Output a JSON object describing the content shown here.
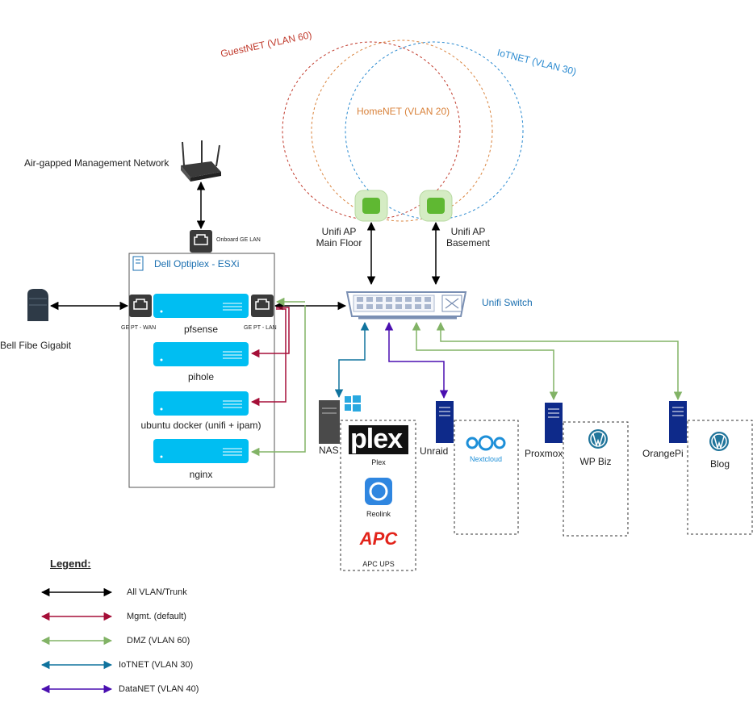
{
  "networks": {
    "guest": "GuestNET (VLAN 60)",
    "iot": "IoTNET (VLAN 30)",
    "home": "HomeNET (VLAN 20)"
  },
  "mgmt_network_label": "Air-gapped Management Network",
  "onboard_lan_label": "Onboard GE LAN",
  "esxi_host": "Dell Optiplex - ESXi",
  "port_wan": "GE PT - WAN",
  "port_lan": "GE PT - LAN",
  "vms": [
    "pfsense",
    "pihole",
    "ubuntu docker (unifi + ipam)",
    "nginx"
  ],
  "modem_label": "Bell Fibe Gigabit",
  "ap_main": "Unifi AP\nMain Floor",
  "ap_main_line1": "Unifi AP",
  "ap_main_line2": "Main Floor",
  "ap_basement_line1": "Unifi AP",
  "ap_basement_line2": "Basement",
  "switch_label": "Unifi Switch",
  "servers": {
    "nas": "NAS",
    "unraid": "Unraid",
    "proxmox": "Proxmox",
    "orangepi": "OrangePi"
  },
  "nas_services": {
    "plex_logo": "plex",
    "plex": "Plex",
    "reolink": "Reolink",
    "apc_logo": "APC",
    "apc": "APC UPS"
  },
  "unraid_services": {
    "nextcloud": "Nextcloud"
  },
  "proxmox_services": {
    "wpbiz": "WP Biz"
  },
  "orangepi_services": {
    "blog": "Blog"
  },
  "legend": {
    "title": "Legend:",
    "items": [
      {
        "label": "All VLAN/Trunk",
        "color": "#000000"
      },
      {
        "label": "Mgmt. (default)",
        "color": "#a50f38"
      },
      {
        "label": "DMZ (VLAN 60)",
        "color": "#82b366"
      },
      {
        "label": "IoTNET (VLAN 30)",
        "color": "#10739e"
      },
      {
        "label": "DataNET (VLAN 40)",
        "color": "#4a0fb0"
      }
    ]
  },
  "colors": {
    "trunk": "#000000",
    "mgmt": "#a50f38",
    "dmz": "#82b366",
    "iot": "#10739e",
    "data": "#4a0fb0",
    "vm": "#00bef2",
    "server": "#0e2a8a"
  }
}
